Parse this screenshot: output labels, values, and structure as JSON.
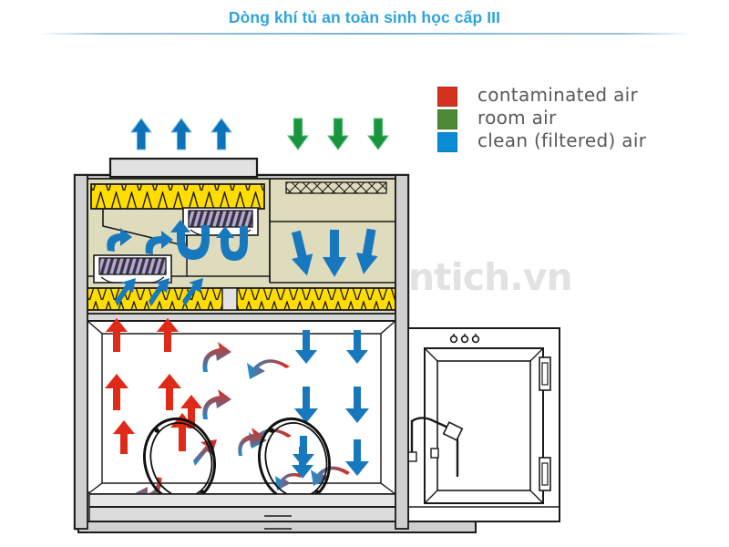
{
  "page": {
    "title": "Dòng khí tủ an toàn sinh học cấp III",
    "watermark": "thietbiphantich.vn",
    "title_color": "#2EA3DE"
  },
  "legend": {
    "items": [
      {
        "label": "contaminated  air",
        "color": "#D5321F",
        "swatch_name": "legend-swatch-contaminated"
      },
      {
        "label": "room  air",
        "color": "#4E8A35",
        "swatch_name": "legend-swatch-room"
      },
      {
        "label": "clean (filtered) air",
        "color": "#0B8CD6",
        "swatch_name": "legend-swatch-clean"
      }
    ]
  },
  "diagram": {
    "name": "class-iii-biosafety-cabinet-airflow",
    "colors": {
      "contaminated_red": "#E02A18",
      "clean_blue": "#0E72B8",
      "room_green": "#19953F",
      "hepa_yellow": "#FFDD00",
      "plenum_beige": "#DFDCBD",
      "cabinet_gray": "#D8D8D8",
      "duct_gray": "#E2E2E2",
      "fan_purple": "#B3A8D2",
      "outline": "#1A1A1A",
      "chamber_white": "#FFFFFF"
    },
    "components": [
      {
        "name": "exhaust-duct",
        "label": "exhaust duct"
      },
      {
        "name": "upper-hepa-filter",
        "label": "exhaust HEPA filter"
      },
      {
        "name": "lower-hepa-filter",
        "label": "supply HEPA filter"
      },
      {
        "name": "supply-blower",
        "label": "blower / fan unit"
      },
      {
        "name": "exhaust-blower",
        "label": "blower / fan unit"
      },
      {
        "name": "work-chamber",
        "label": "work chamber"
      },
      {
        "name": "glove-port-left",
        "label": "glove port"
      },
      {
        "name": "glove-port-right",
        "label": "glove port"
      },
      {
        "name": "pass-through-door",
        "label": "pass-through box door"
      },
      {
        "name": "cabinet-base",
        "label": "cabinet base / stand"
      }
    ],
    "arrow_groups": [
      {
        "name": "top-exhaust-arrows",
        "color": "#0E72B8",
        "direction": "up",
        "count": 3
      },
      {
        "name": "top-room-air-arrows",
        "color": "#19953F",
        "direction": "down",
        "count": 3
      },
      {
        "name": "right-plenum-down-arrows",
        "color": "#0E72B8",
        "direction": "down",
        "count": 3
      },
      {
        "name": "plenum-recirc-arrows",
        "color": "#0E72B8",
        "direction": "curved",
        "count": 5
      },
      {
        "name": "filter-inlet-arrows",
        "color": "#0E72B8",
        "direction": "up",
        "count": 3
      },
      {
        "name": "chamber-contaminated-up",
        "color": "#E02A18",
        "direction": "up",
        "count": 5
      },
      {
        "name": "chamber-clean-down",
        "color": "#0E72B8",
        "direction": "down",
        "count": 6
      },
      {
        "name": "chamber-mixing-arrows",
        "color": "gradient",
        "direction": "curved",
        "count": 9
      }
    ]
  }
}
